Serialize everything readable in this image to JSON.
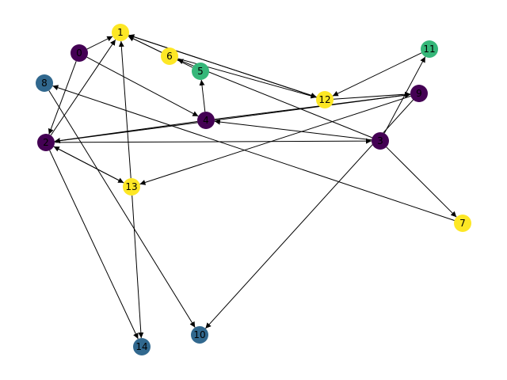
{
  "graph": {
    "directed": true,
    "palette": {
      "dark_purple": "#440154",
      "steel_blue": "#31688e",
      "teal_green": "#35b779",
      "yellow": "#fde725",
      "edge": "#000000"
    },
    "nodes": [
      {
        "id": "0",
        "label": "0",
        "color": "#440154"
      },
      {
        "id": "1",
        "label": "1",
        "color": "#fde725"
      },
      {
        "id": "2",
        "label": "2",
        "color": "#440154"
      },
      {
        "id": "3",
        "label": "3",
        "color": "#440154"
      },
      {
        "id": "4",
        "label": "4",
        "color": "#440154"
      },
      {
        "id": "5",
        "label": "5",
        "color": "#35b779"
      },
      {
        "id": "6",
        "label": "6",
        "color": "#fde725"
      },
      {
        "id": "7",
        "label": "7",
        "color": "#fde725"
      },
      {
        "id": "8",
        "label": "8",
        "color": "#31688e"
      },
      {
        "id": "9",
        "label": "9",
        "color": "#440154"
      },
      {
        "id": "10",
        "label": "10",
        "color": "#31688e"
      },
      {
        "id": "11",
        "label": "11",
        "color": "#35b779"
      },
      {
        "id": "12",
        "label": "12",
        "color": "#fde725"
      },
      {
        "id": "13",
        "label": "13",
        "color": "#fde725"
      },
      {
        "id": "14",
        "label": "14",
        "color": "#31688e"
      }
    ],
    "edges": [
      {
        "source": "0",
        "target": "1"
      },
      {
        "source": "0",
        "target": "2"
      },
      {
        "source": "0",
        "target": "4"
      },
      {
        "source": "1",
        "target": "12"
      },
      {
        "source": "12",
        "target": "1"
      },
      {
        "source": "2",
        "target": "1"
      },
      {
        "source": "2",
        "target": "3"
      },
      {
        "source": "2",
        "target": "13"
      },
      {
        "source": "13",
        "target": "2"
      },
      {
        "source": "2",
        "target": "14"
      },
      {
        "source": "3",
        "target": "4"
      },
      {
        "source": "3",
        "target": "6"
      },
      {
        "source": "3",
        "target": "7"
      },
      {
        "source": "3",
        "target": "11"
      },
      {
        "source": "4",
        "target": "2"
      },
      {
        "source": "4",
        "target": "5"
      },
      {
        "source": "4",
        "target": "9"
      },
      {
        "source": "5",
        "target": "1"
      },
      {
        "source": "6",
        "target": "1"
      },
      {
        "source": "6",
        "target": "12"
      },
      {
        "source": "7",
        "target": "8"
      },
      {
        "source": "8",
        "target": "10"
      },
      {
        "source": "9",
        "target": "2"
      },
      {
        "source": "9",
        "target": "10"
      },
      {
        "source": "9",
        "target": "13"
      },
      {
        "source": "11",
        "target": "12"
      },
      {
        "source": "12",
        "target": "9"
      },
      {
        "source": "13",
        "target": "1"
      },
      {
        "source": "13",
        "target": "14"
      }
    ]
  }
}
